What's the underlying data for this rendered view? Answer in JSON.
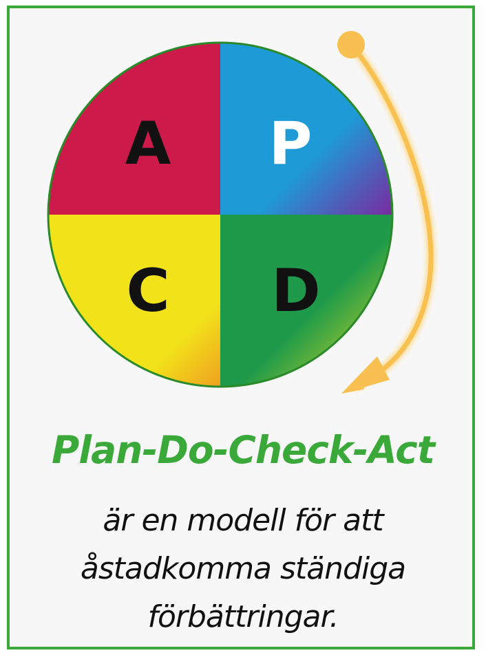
{
  "diagram": {
    "quadrants": [
      {
        "letter": "A",
        "color": "#cc1a4a",
        "letter_color": "#111111"
      },
      {
        "letter": "P",
        "color": "#1e9ad6",
        "letter_color": "#ffffff"
      },
      {
        "letter": "C",
        "color": "#f2e21a",
        "letter_color": "#111111"
      },
      {
        "letter": "D",
        "color": "#1e9a4a",
        "letter_color": "#111111"
      }
    ],
    "arrow_color": "#f8c050",
    "border_color": "#3aa93a"
  },
  "caption": {
    "title": "Plan-Do-Check-Act",
    "lines": [
      "är en modell för att",
      "åstadkomma ständiga",
      "förbättringar."
    ]
  }
}
